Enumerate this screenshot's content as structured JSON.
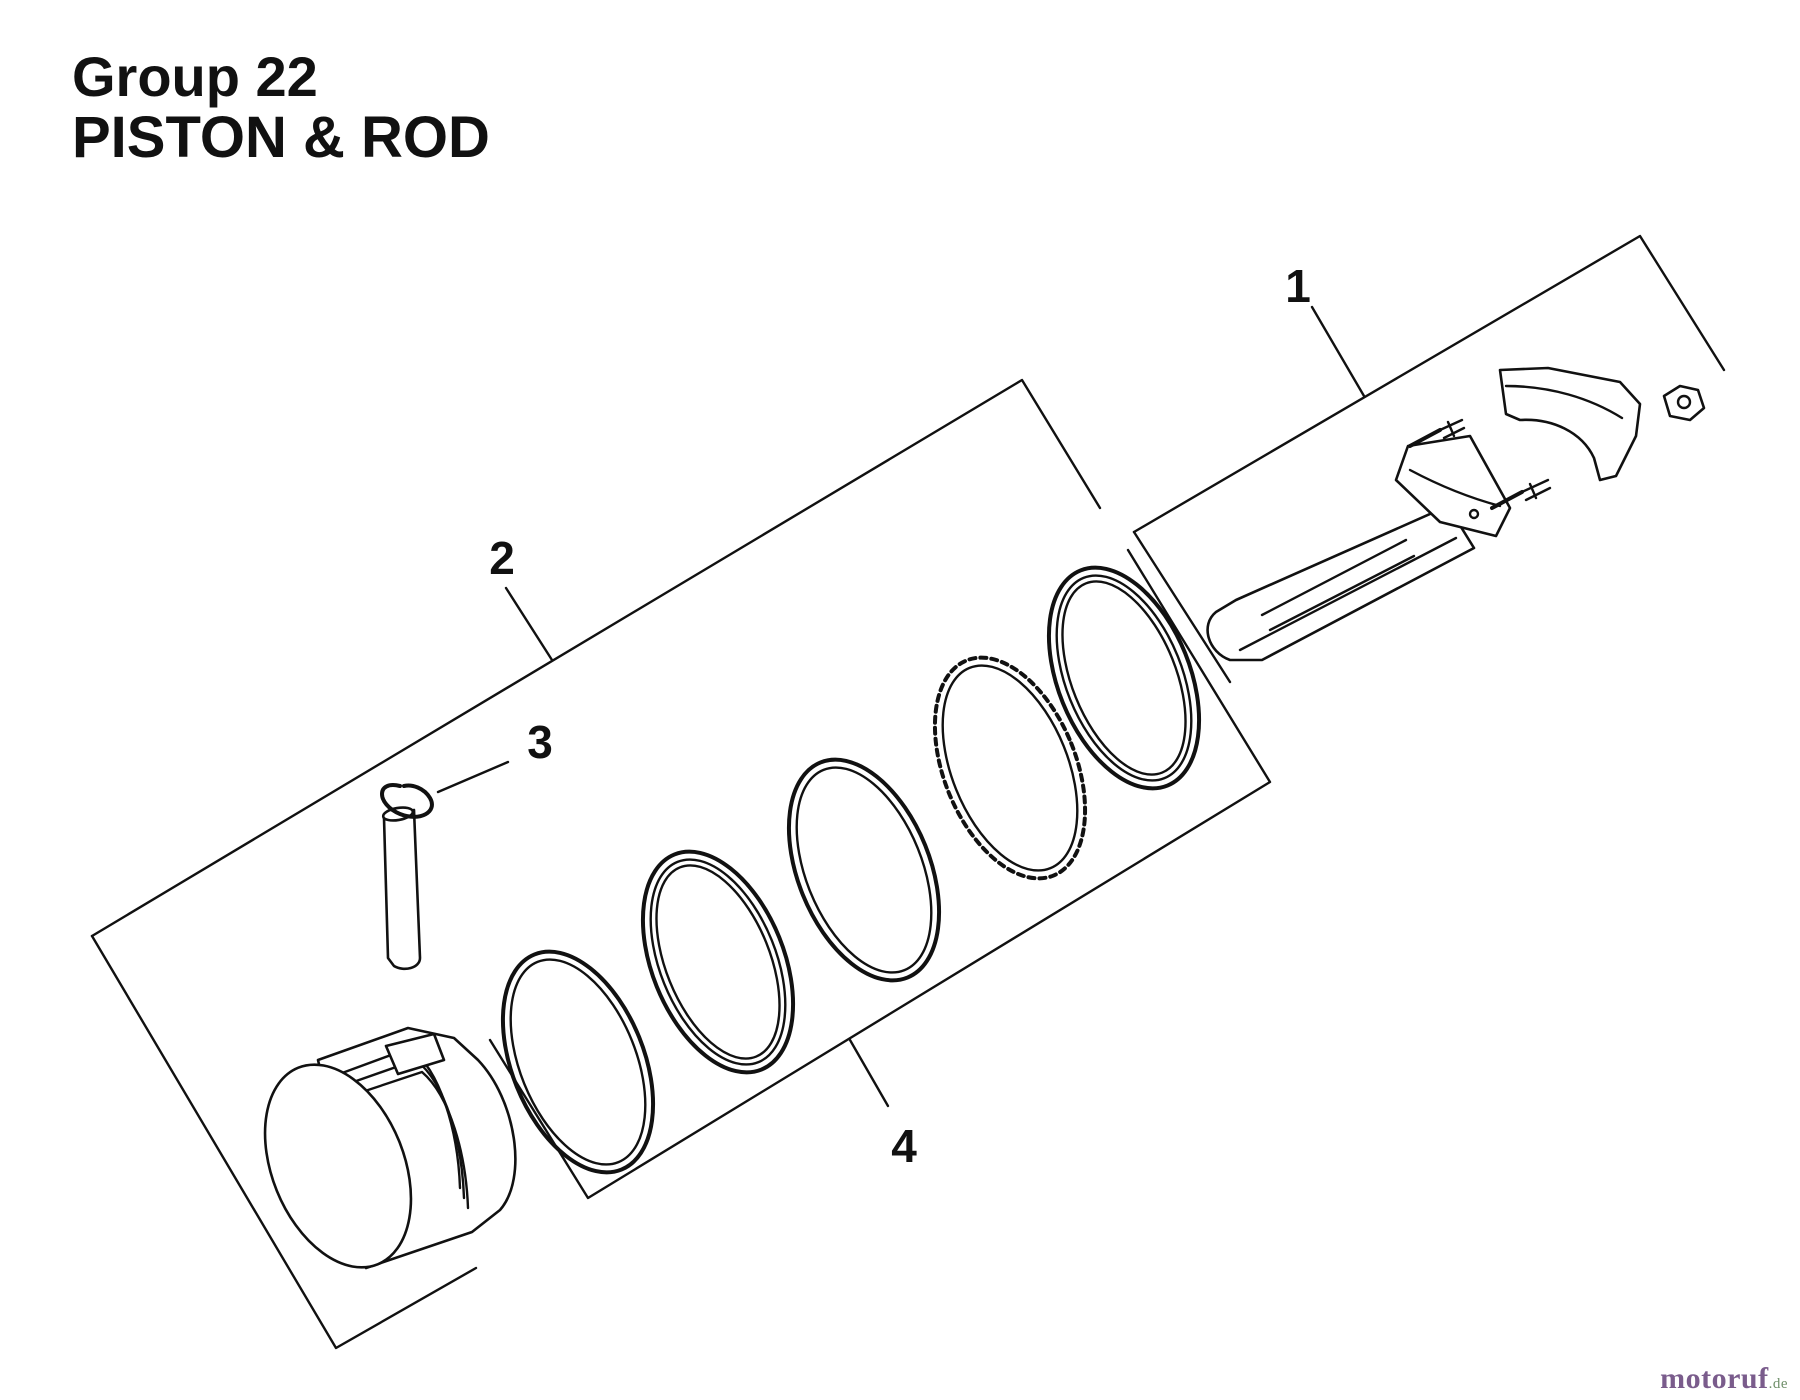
{
  "header": {
    "group": "Group 22",
    "name": "PISTON & ROD"
  },
  "callouts": [
    "1",
    "2",
    "3",
    "4"
  ],
  "parts": [
    "connecting-rod-assembly",
    "piston-assembly",
    "piston-pin-retainer",
    "piston-ring-set"
  ],
  "watermark": {
    "name": "motoruf",
    "tld": ".de",
    "colors": {
      "name": "#7a5c8c",
      "tld": "#6f8f6a"
    }
  },
  "colors": {
    "ink": "#111111",
    "paper": "#ffffff"
  }
}
